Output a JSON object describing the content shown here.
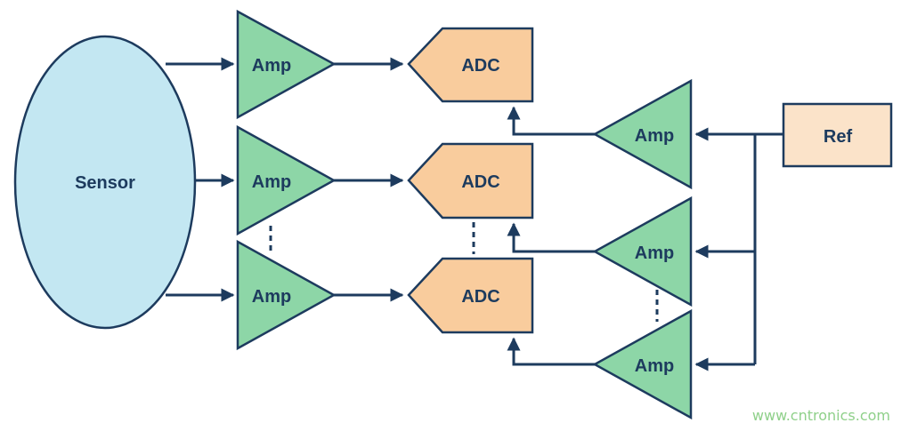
{
  "labels": {
    "sensor": "Sensor",
    "amp": "Amp",
    "adc": "ADC",
    "ref": "Ref"
  },
  "watermark": "www.cntronics.com",
  "colors": {
    "line": "#1d3b5e",
    "amp_fill": "#8dd6a7",
    "adc_fill": "#f9cc9d",
    "ref_fill": "#fbe3c9",
    "sensor_fill": "#c3e7f2",
    "watermark": "#8fd08a"
  }
}
